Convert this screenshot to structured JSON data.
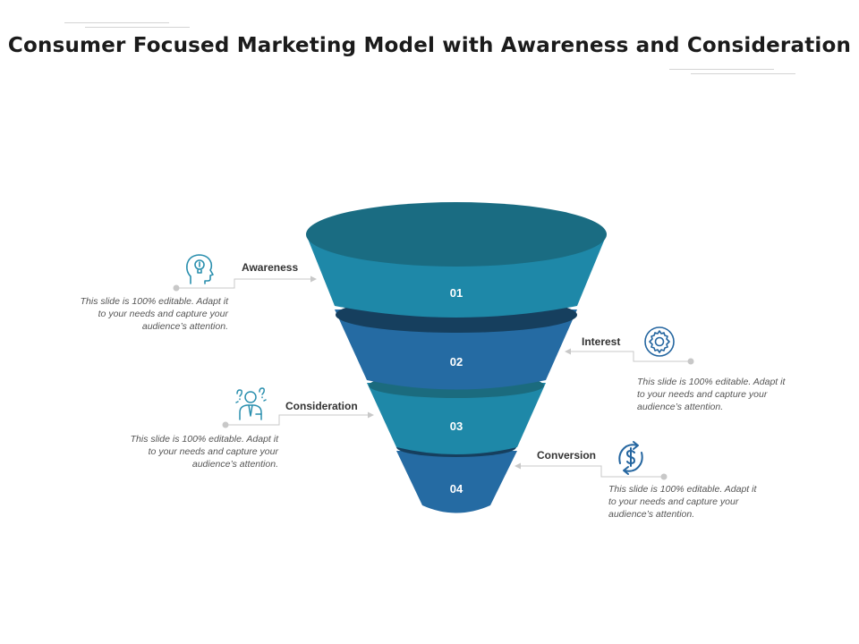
{
  "title": "Consumer Focused Marketing Model with Awareness and Consideration",
  "stages": [
    {
      "number": "01",
      "label": "Awareness",
      "description": "This slide is 100% editable. Adapt it to your needs and capture your audience’s attention.",
      "icon": "head-lightbulb-icon",
      "color": "#1e88a8"
    },
    {
      "number": "02",
      "label": "Interest",
      "description": "This slide is 100% editable. Adapt it to your needs and capture your audience’s attention.",
      "icon": "gear-icon",
      "color": "#256ba3"
    },
    {
      "number": "03",
      "label": "Consideration",
      "description": "This slide is 100% editable. Adapt it to your needs and capture your audience’s attention.",
      "icon": "thinking-person-icon",
      "color": "#1e88a8"
    },
    {
      "number": "04",
      "label": "Conversion",
      "description": "This slide is 100% editable. Adapt it to your needs and capture your audience’s attention.",
      "icon": "dollar-cycle-icon",
      "color": "#256ba3"
    }
  ],
  "colors": {
    "funnel_top": "#1a6c82",
    "teal": "#1e88a8",
    "blue": "#256ba3",
    "dark_rim": "#163f5e",
    "teal_rim": "#1b6b7e",
    "icon_teal": "#2a8fae",
    "icon_blue": "#2566a0",
    "connector": "#c8c8c8"
  }
}
